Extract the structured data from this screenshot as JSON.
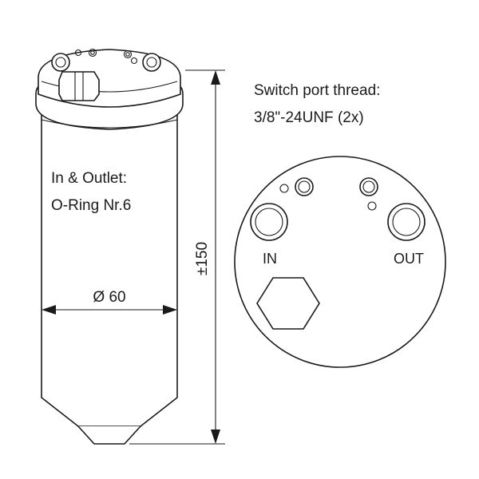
{
  "drawing": {
    "callouts": {
      "inlet_outlet_line1": "In & Outlet:",
      "inlet_outlet_line2": "O-Ring Nr.6",
      "switch_port_line1": "Switch port thread:",
      "switch_port_line2": "3/8\"-24UNF (2x)"
    },
    "dimensions": {
      "diameter": "Ø 60",
      "height": "±150"
    },
    "port_labels": {
      "inlet": "IN",
      "outlet": "OUT"
    },
    "colors": {
      "ink": "#1a1a1a",
      "background": "#ffffff"
    }
  }
}
